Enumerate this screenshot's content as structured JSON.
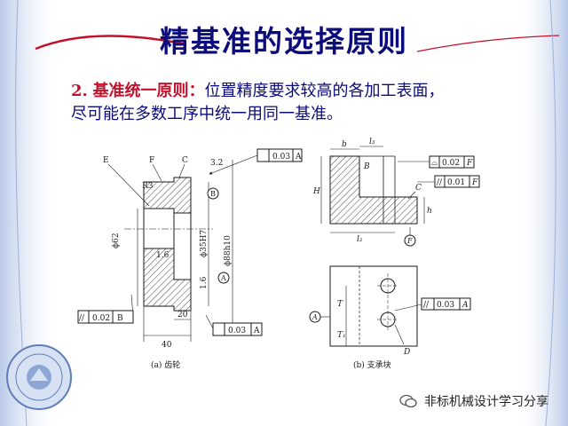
{
  "title": "精基准的选择原则",
  "principle": {
    "number": "2.",
    "name": "基准统一原则：",
    "text1": "位置精度要求较高的各加工表面，",
    "text2": "尽可能在多数工序中统一用同一基准。"
  },
  "figure_a": {
    "caption": "(a) 齿轮",
    "labels": {
      "E": "E",
      "F": "F",
      "C": "C",
      "R3": "R3",
      "B": "B",
      "A": "A",
      "d62": "ϕ62",
      "d35": "ϕ35H7",
      "d88": "ϕ88h10",
      "r32": "3.2",
      "r16a": "1.6",
      "r16b": "1.6",
      "dim20": "20",
      "dim40": "40"
    },
    "tol_top": {
      "value": "0.03",
      "datum": "A"
    },
    "tol_left": {
      "value": "0.02",
      "datum": "B"
    },
    "tol_bottom": {
      "value": "0.03",
      "datum": "A"
    }
  },
  "figure_b": {
    "caption": "(b) 支承块",
    "labels": {
      "b": "b",
      "l3": "l₃",
      "B": "B",
      "H": "H",
      "C": "C",
      "h": "h",
      "l2": "l₂",
      "F": "F",
      "A": "A",
      "T": "T",
      "T1": "T₁",
      "D": "D"
    },
    "tol_1": {
      "value": "0.02",
      "datum": "F"
    },
    "tol_2": {
      "value": "0.01",
      "datum": "F"
    },
    "tol_3": {
      "value": "0.03",
      "datum": "A"
    }
  },
  "footer": {
    "text": "非标机械设计学习分享"
  },
  "colors": {
    "title": "#0b0b7a",
    "accent": "#c4112b",
    "line": "#1a1a1a"
  }
}
